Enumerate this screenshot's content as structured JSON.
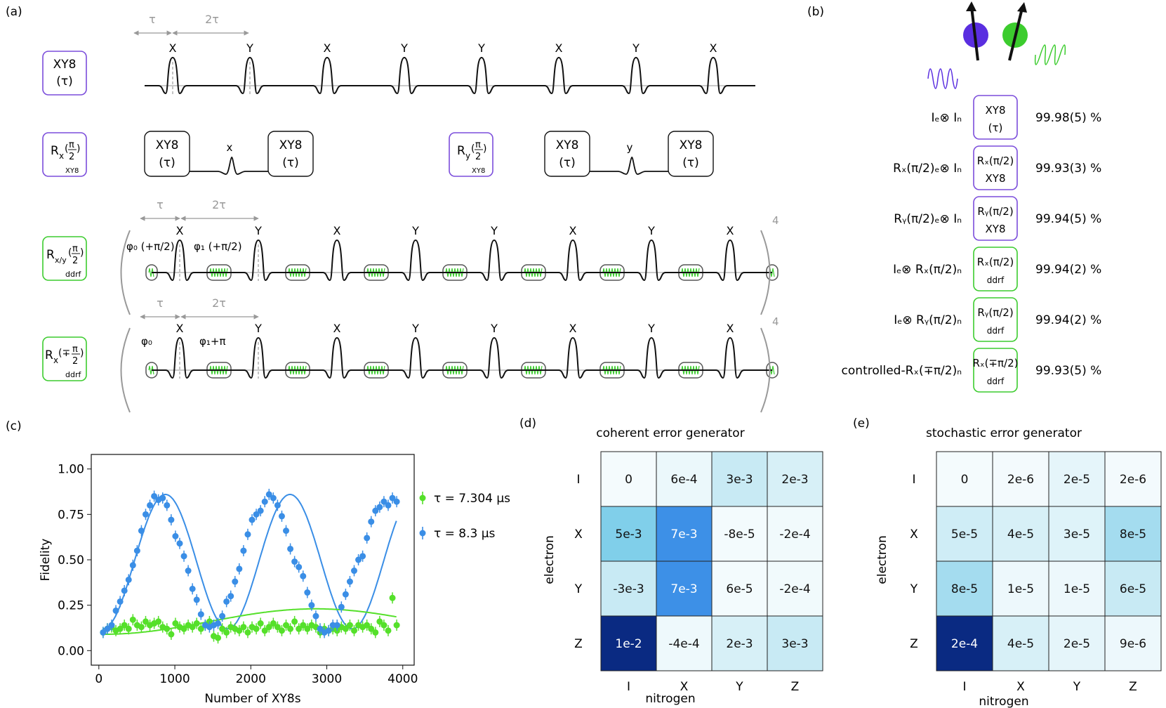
{
  "panels": {
    "a": "(a)",
    "b": "(b)",
    "c": "(c)",
    "d": "(d)",
    "e": "(e)"
  },
  "colors": {
    "purple": "#7b4ddb",
    "green": "#3ccc2e",
    "blue_curve": "#3a8ee6",
    "green_curve": "#55e02a",
    "gray": "#999999",
    "heat_low": "#f4fbfd",
    "heat_high": "#0a2a82"
  },
  "panel_a": {
    "tau": "τ",
    "two_tau": "2τ",
    "xy8_labels": [
      "X",
      "Y",
      "X",
      "Y",
      "Y",
      "X",
      "Y",
      "X"
    ],
    "row1": {
      "box_line1": "XY8",
      "box_line2": "(τ)"
    },
    "row2": {
      "left_box": {
        "R": "R",
        "sub": "x",
        "frac_top": "π",
        "frac_bot": "2",
        "tag": "XY8"
      },
      "right_box": {
        "R": "R",
        "sub": "y",
        "frac_top": "π",
        "frac_bot": "2",
        "tag": "XY8"
      },
      "block_line1": "XY8",
      "block_line2": "(τ)",
      "pulse_x": "x",
      "pulse_y": "y"
    },
    "row3": {
      "box": {
        "R": "R",
        "sub": "x/y",
        "frac_top": "π",
        "frac_bot": "2",
        "tag": "ddrf"
      },
      "phi0": "φ₀ (+π/2)",
      "phi1": "φ₁ (+π/2)",
      "power": "4"
    },
    "row4": {
      "box": {
        "R": "R",
        "sub": "x",
        "frac_top": "π",
        "frac_bot": "2",
        "sign": "(∓",
        "tag": "ddrf"
      },
      "phi0": "φ₀",
      "phi1": "φ₁+π",
      "power": "4"
    }
  },
  "panel_b": {
    "rows": [
      {
        "label": "Iₑ⊗ Iₙ",
        "box": "XY8 (τ)",
        "fidelity": "99.98(5) %"
      },
      {
        "label": "Rₓ(π/2)ₑ⊗ Iₙ",
        "box": "Rₓ(π/2) XY8",
        "fidelity": "99.93(3) %"
      },
      {
        "label": "Rᵧ(π/2)ₑ⊗ Iₙ",
        "box": "Rᵧ(π/2) XY8",
        "fidelity": "99.94(5) %"
      },
      {
        "label": "Iₑ⊗ Rₓ(π/2)ₙ",
        "box": "Rₓ(π/2) ddrf",
        "fidelity": "99.94(2) %"
      },
      {
        "label": "Iₑ⊗ Rᵧ(π/2)ₙ",
        "box": "Rᵧ(π/2) ddrf",
        "fidelity": "99.94(2) %"
      },
      {
        "label": "controlled-Rₓ(∓π/2)ₙ",
        "box": "Rₓ(∓π/2) ddrf",
        "fidelity": "99.93(5) %"
      }
    ]
  },
  "chart_data": [
    {
      "type": "scatter",
      "xlabel": "Number of XY8s",
      "ylabel": "Fidelity",
      "xlim": [
        -100,
        4150
      ],
      "ylim": [
        -0.08,
        1.08
      ],
      "xticks": [
        0,
        1000,
        2000,
        3000,
        4000
      ],
      "yticks": [
        0.0,
        0.25,
        0.5,
        0.75,
        1.0
      ],
      "xtick_labels": [
        "0",
        "1000",
        "2000",
        "3000",
        "4000"
      ],
      "ytick_labels": [
        "0.00",
        "0.25",
        "0.50",
        "0.75",
        "1.00"
      ],
      "legend_position": "right",
      "series": [
        {
          "name": "τ = 7.304 µs",
          "color": "#55e02a",
          "x": [
            56,
            112,
            168,
            224,
            280,
            336,
            392,
            448,
            504,
            560,
            616,
            672,
            728,
            784,
            840,
            896,
            952,
            1008,
            1064,
            1120,
            1176,
            1232,
            1288,
            1344,
            1400,
            1456,
            1512,
            1568,
            1624,
            1680,
            1736,
            1792,
            1848,
            1904,
            1960,
            2016,
            2072,
            2128,
            2184,
            2240,
            2296,
            2352,
            2408,
            2464,
            2520,
            2576,
            2632,
            2688,
            2744,
            2800,
            2856,
            2912,
            2968,
            3024,
            3080,
            3136,
            3192,
            3248,
            3304,
            3360,
            3416,
            3472,
            3528,
            3584,
            3640,
            3696,
            3752,
            3808,
            3864,
            3920
          ],
          "y": [
            0.1,
            0.12,
            0.13,
            0.11,
            0.12,
            0.14,
            0.12,
            0.17,
            0.14,
            0.13,
            0.16,
            0.14,
            0.15,
            0.16,
            0.13,
            0.12,
            0.09,
            0.15,
            0.13,
            0.12,
            0.14,
            0.13,
            0.15,
            0.12,
            0.14,
            0.16,
            0.08,
            0.07,
            0.12,
            0.1,
            0.13,
            0.12,
            0.11,
            0.13,
            0.1,
            0.13,
            0.12,
            0.15,
            0.11,
            0.13,
            0.15,
            0.13,
            0.11,
            0.14,
            0.12,
            0.16,
            0.12,
            0.14,
            0.12,
            0.14,
            0.13,
            0.1,
            0.12,
            0.11,
            0.12,
            0.11,
            0.13,
            0.12,
            0.14,
            0.11,
            0.14,
            0.13,
            0.14,
            0.12,
            0.1,
            0.16,
            0.14,
            0.11,
            0.29,
            0.14
          ],
          "fit": {
            "amplitude": 0.07,
            "offset": 0.16,
            "note": "slow oscillation"
          }
        },
        {
          "name": "τ = 8.3 µs",
          "color": "#3a8ee6",
          "x": [
            56,
            112,
            168,
            224,
            280,
            336,
            392,
            448,
            504,
            560,
            616,
            672,
            728,
            784,
            840,
            896,
            952,
            1008,
            1064,
            1120,
            1176,
            1232,
            1288,
            1344,
            1400,
            1456,
            1512,
            1568,
            1624,
            1680,
            1736,
            1792,
            1848,
            1904,
            1960,
            2016,
            2072,
            2128,
            2184,
            2240,
            2296,
            2352,
            2408,
            2464,
            2520,
            2576,
            2632,
            2688,
            2744,
            2800,
            2856,
            2912,
            2968,
            3024,
            3080,
            3136,
            3192,
            3248,
            3304,
            3360,
            3416,
            3472,
            3528,
            3584,
            3640,
            3696,
            3752,
            3808,
            3864,
            3920
          ],
          "y": [
            0.1,
            0.12,
            0.14,
            0.22,
            0.27,
            0.33,
            0.39,
            0.47,
            0.55,
            0.66,
            0.75,
            0.8,
            0.85,
            0.83,
            0.84,
            0.8,
            0.72,
            0.63,
            0.59,
            0.52,
            0.44,
            0.34,
            0.28,
            0.2,
            0.14,
            0.13,
            0.14,
            0.15,
            0.19,
            0.27,
            0.3,
            0.38,
            0.45,
            0.55,
            0.64,
            0.72,
            0.75,
            0.77,
            0.82,
            0.86,
            0.84,
            0.8,
            0.74,
            0.66,
            0.56,
            0.49,
            0.46,
            0.41,
            0.32,
            0.25,
            0.19,
            0.12,
            0.1,
            0.11,
            0.14,
            0.14,
            0.24,
            0.31,
            0.38,
            0.44,
            0.5,
            0.52,
            0.62,
            0.71,
            0.77,
            0.79,
            0.82,
            0.8,
            0.84,
            0.82
          ],
          "fit": {
            "period": 1640,
            "amplitude": 0.37,
            "offset": 0.49
          }
        }
      ]
    },
    {
      "type": "heatmap",
      "title": "coherent error generator",
      "xlabel": "nitrogen",
      "ylabel": "electron",
      "x_categories": [
        "I",
        "X",
        "Y",
        "Z"
      ],
      "y_categories": [
        "I",
        "X",
        "Y",
        "Z"
      ],
      "cells": [
        [
          "0",
          "6e-4",
          "3e-3",
          "2e-3"
        ],
        [
          "5e-3",
          "7e-3",
          "-8e-5",
          "-2e-4"
        ],
        [
          "-3e-3",
          "7e-3",
          "6e-5",
          "-2e-4"
        ],
        [
          "1e-2",
          "-4e-4",
          "2e-3",
          "3e-3"
        ]
      ],
      "values": [
        [
          0,
          0.0006,
          0.003,
          0.002
        ],
        [
          0.005,
          0.007,
          -8e-05,
          -0.0002
        ],
        [
          -0.003,
          0.007,
          6e-05,
          -0.0002
        ],
        [
          0.01,
          -0.0004,
          0.002,
          0.003
        ]
      ]
    },
    {
      "type": "heatmap",
      "title": "stochastic error generator",
      "xlabel": "nitrogen",
      "ylabel": "electron",
      "x_categories": [
        "I",
        "X",
        "Y",
        "Z"
      ],
      "y_categories": [
        "I",
        "X",
        "Y",
        "Z"
      ],
      "cells": [
        [
          "0",
          "2e-6",
          "2e-5",
          "2e-6"
        ],
        [
          "5e-5",
          "4e-5",
          "3e-5",
          "8e-5"
        ],
        [
          "8e-5",
          "1e-5",
          "1e-5",
          "6e-5"
        ],
        [
          "2e-4",
          "4e-5",
          "2e-5",
          "9e-6"
        ]
      ],
      "values": [
        [
          0,
          2e-06,
          2e-05,
          2e-06
        ],
        [
          5e-05,
          4e-05,
          3e-05,
          8e-05
        ],
        [
          8e-05,
          1e-05,
          1e-05,
          6e-05
        ],
        [
          0.0002,
          4e-05,
          2e-05,
          9e-06
        ]
      ]
    }
  ]
}
